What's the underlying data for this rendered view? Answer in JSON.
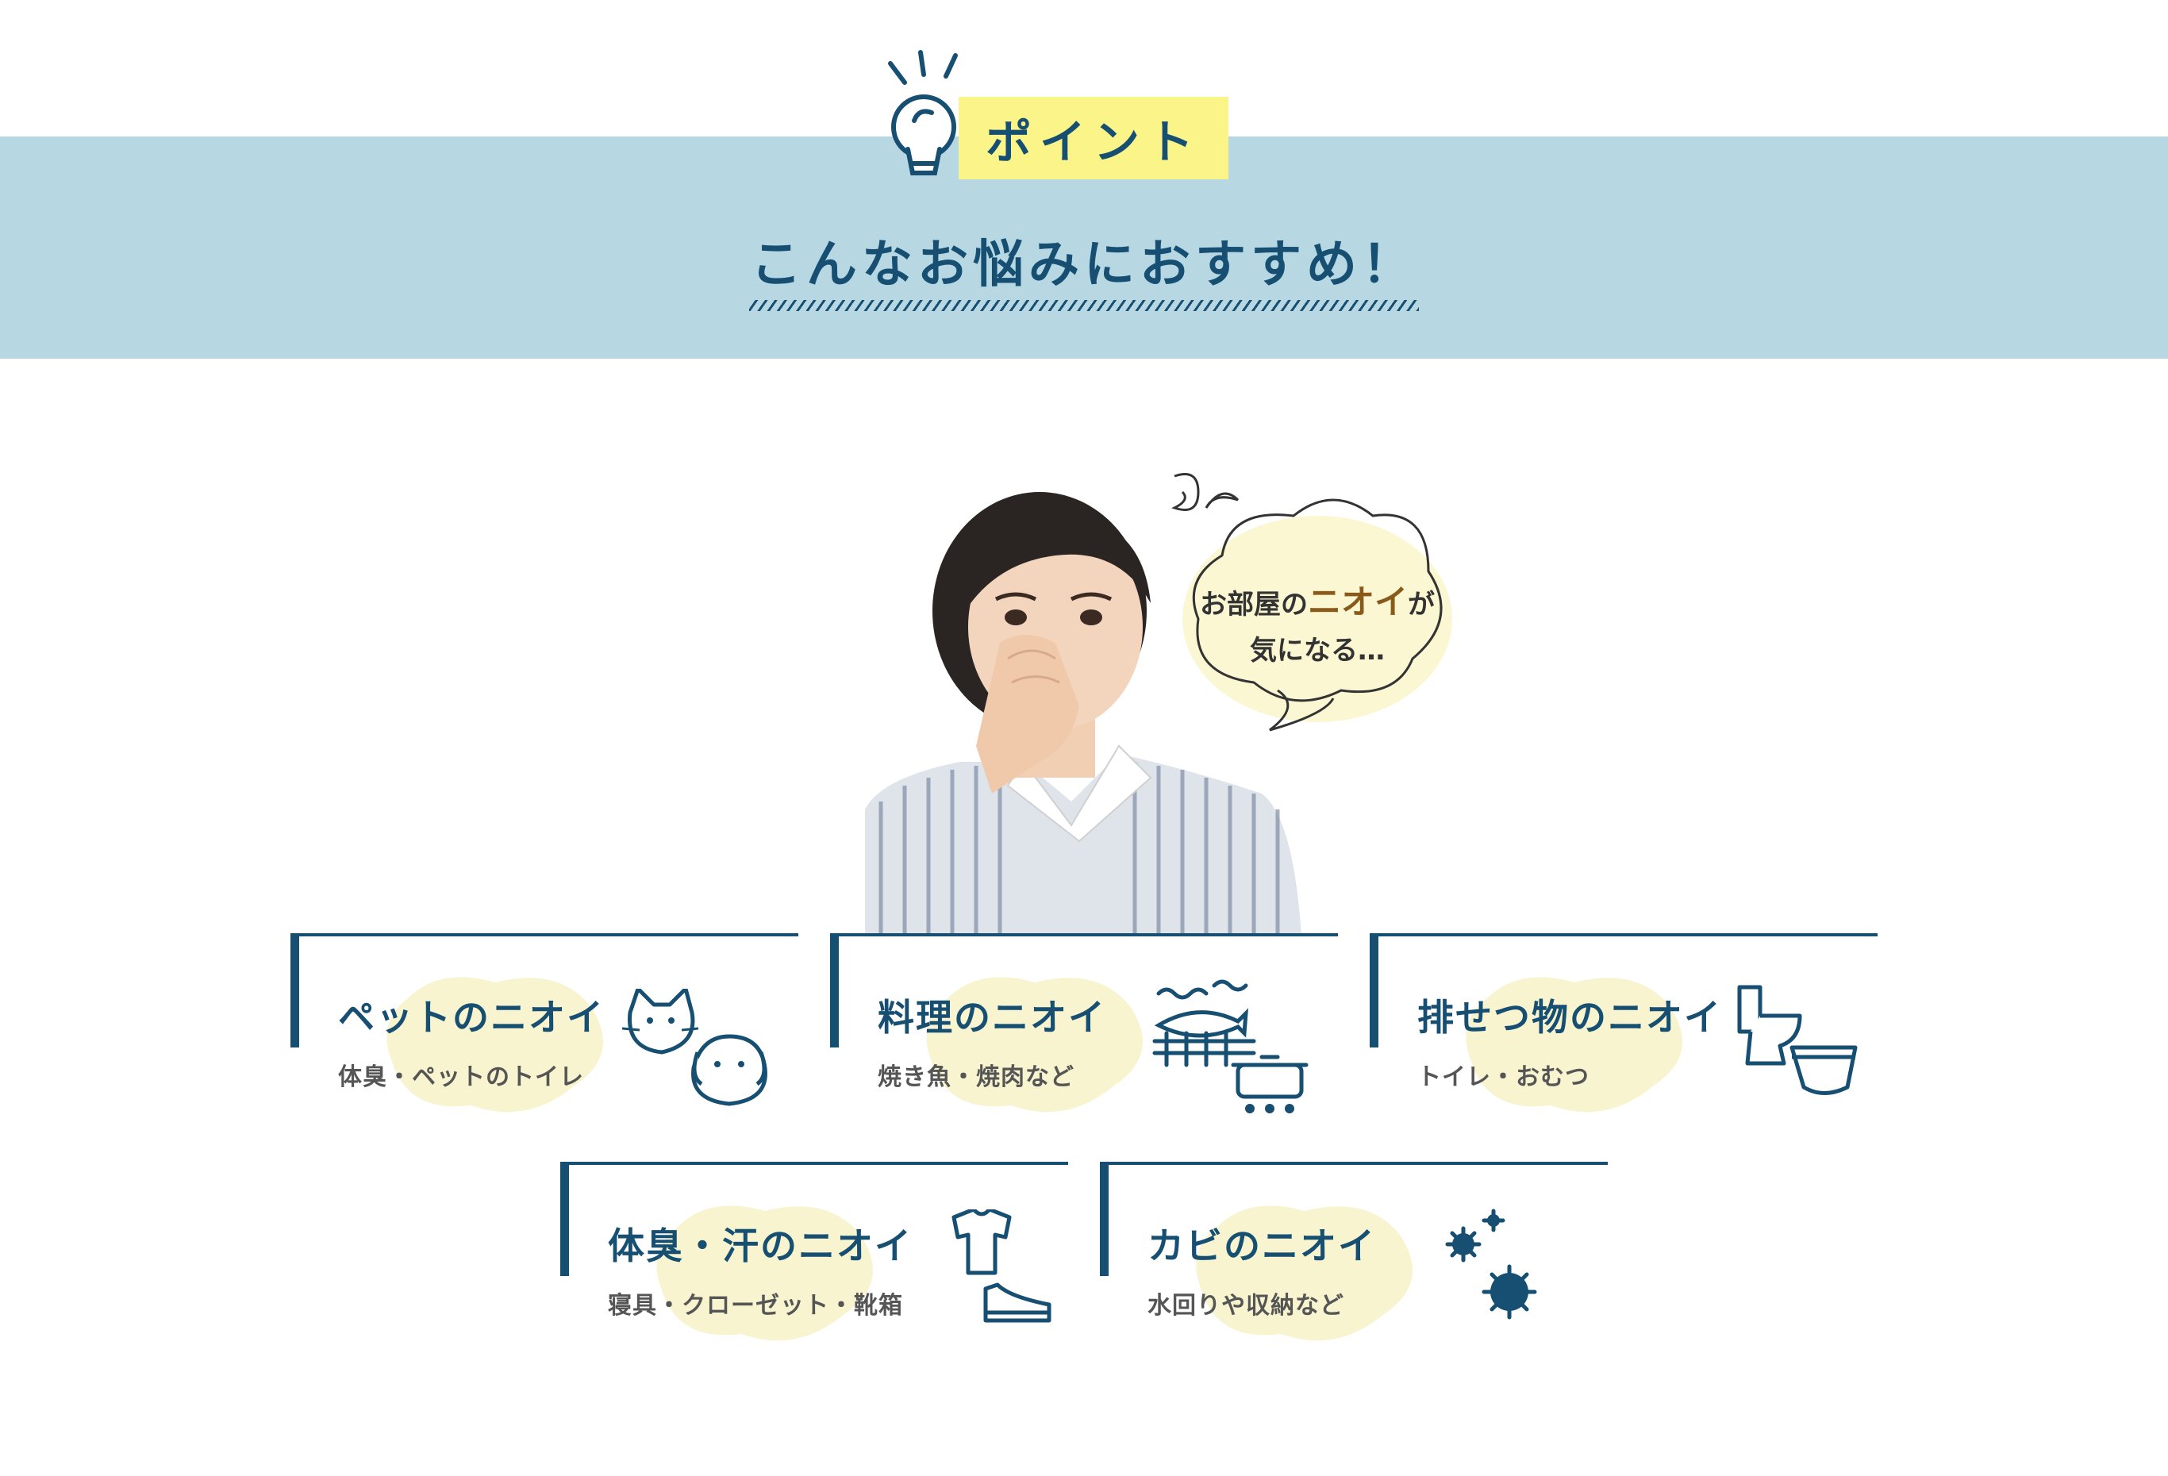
{
  "header": {
    "point_label": "ポイント",
    "title": "こんなお悩みにおすすめ！"
  },
  "bubble": {
    "line1_pre": "お部屋の",
    "line1_accent": "ニオイ",
    "line1_post": "が",
    "line2": "気になる…"
  },
  "cards": [
    {
      "title": "ペットのニオイ",
      "subtitle": "体臭・ペットのトイレ",
      "icon": "cat-dog-icon"
    },
    {
      "title": "料理のニオイ",
      "subtitle": "焼き魚・焼肉など",
      "icon": "grilled-fish-pot-icon"
    },
    {
      "title": "排せつ物のニオイ",
      "subtitle": "トイレ・おむつ",
      "icon": "toilet-diaper-icon"
    },
    {
      "title": "体臭・汗のニオイ",
      "subtitle": "寝具・クローゼット・靴箱",
      "icon": "shirt-shoe-icon"
    },
    {
      "title": "カビのニオイ",
      "subtitle": "水回りや収納など",
      "icon": "mold-spores-icon"
    }
  ],
  "colors": {
    "navy": "#164f72",
    "band": "#b7d7e3",
    "label_yellow": "#fbf589",
    "blob_cream": "#f7f4cf",
    "accent_brown": "#8a5a1a"
  }
}
